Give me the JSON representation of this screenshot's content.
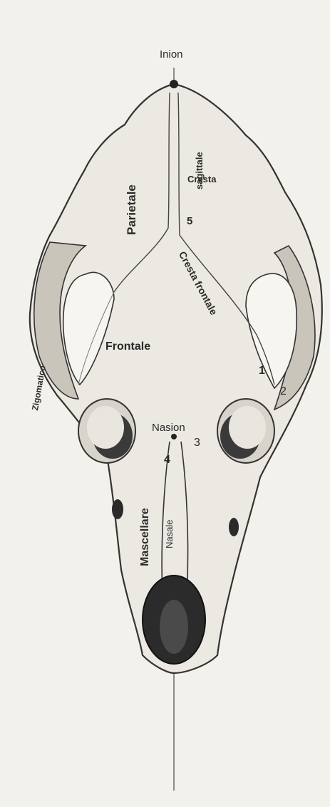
{
  "labels": {
    "inion": "Inion",
    "cresta_sagittale_1": "Cresta",
    "cresta_sagittale_2": "sagittale",
    "parietale": "Parietale",
    "cresta_frontale": "Cresta frontale",
    "frontale": "Frontale",
    "zigomatico": "Zigomatico",
    "nasion": "Nasion",
    "mascellare": "Mascellare",
    "nasale": "Nasale",
    "n1": "1",
    "n2": "2",
    "n3": "3",
    "n4": "4",
    "n5": "5"
  }
}
